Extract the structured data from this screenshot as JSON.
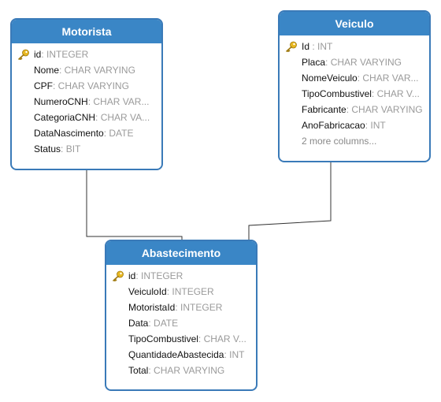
{
  "entities": {
    "motorista": {
      "title": "Motorista",
      "columns": [
        {
          "name": "id",
          "type": ": INTEGER",
          "pk": true
        },
        {
          "name": "Nome",
          "type": ": CHAR VARYING"
        },
        {
          "name": "CPF",
          "type": ": CHAR VARYING"
        },
        {
          "name": "NumeroCNH",
          "type": ": CHAR VAR..."
        },
        {
          "name": "CategoriaCNH",
          "type": ": CHAR VA..."
        },
        {
          "name": "DataNascimento",
          "type": ": DATE"
        },
        {
          "name": "Status",
          "type": ": BIT"
        }
      ]
    },
    "veiculo": {
      "title": "Veiculo",
      "columns": [
        {
          "name": "Id",
          "type": " : INT",
          "pk": true
        },
        {
          "name": "Placa",
          "type": ": CHAR VARYING"
        },
        {
          "name": "NomeVeiculo",
          "type": ": CHAR VAR..."
        },
        {
          "name": "TipoCombustivel",
          "type": ": CHAR V..."
        },
        {
          "name": "Fabricante",
          "type": ": CHAR VARYING"
        },
        {
          "name": "AnoFabricacao",
          "type": ": INT"
        }
      ],
      "more": "2 more columns..."
    },
    "abastecimento": {
      "title": "Abastecimento",
      "columns": [
        {
          "name": "id",
          "type": ": INTEGER",
          "pk": true
        },
        {
          "name": "VeiculoId",
          "type": ": INTEGER"
        },
        {
          "name": "MotoristaId",
          "type": ": INTEGER"
        },
        {
          "name": "Data",
          "type": ": DATE"
        },
        {
          "name": "TipoCombustivel",
          "type": ": CHAR V..."
        },
        {
          "name": "QuantidadeAbastecida",
          "type": ": INT"
        },
        {
          "name": "Total",
          "type": ": CHAR VARYING"
        }
      ]
    }
  },
  "colors": {
    "header": "#3a86c6",
    "border": "#3a7ab8",
    "type_text": "#9a9a9a",
    "connector": "#333333",
    "key_icon": "#e8b820"
  },
  "icons": {
    "primary_key": "key-icon"
  }
}
